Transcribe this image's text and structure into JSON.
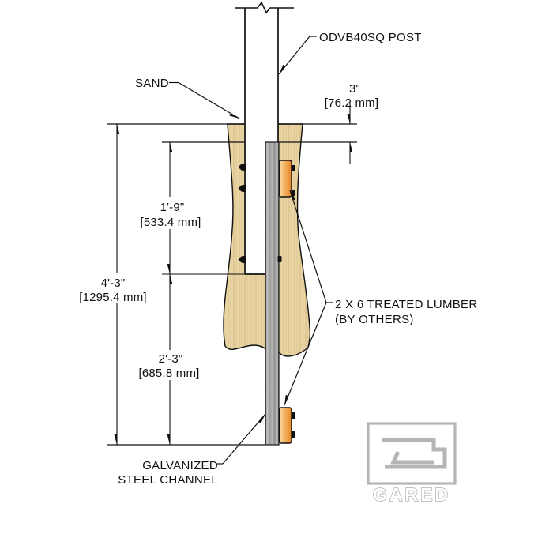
{
  "drawing": {
    "title_context": "post-embedment-section-detail",
    "labels": {
      "post": "ODVB40SQ POST",
      "sand": "SAND",
      "lumber_line1": "2 X 6 TREATED LUMBER",
      "lumber_line2": "(BY OTHERS)",
      "channel_line1": "GALVANIZED",
      "channel_line2": "STEEL CHANNEL"
    },
    "dimensions": {
      "embed_offset": {
        "imperial": "3\"",
        "metric": "[76.2 mm]"
      },
      "upper_section": {
        "imperial": "1'-9\"",
        "metric": "[533.4 mm]"
      },
      "overall_depth": {
        "imperial": "4'-3\"",
        "metric": "[1295.4 mm]"
      },
      "lower_section": {
        "imperial": "2'-3\"",
        "metric": "[685.8 mm]"
      }
    },
    "logo_text": "GARED",
    "colors": {
      "sand": "#e9d4a4",
      "sand_grain": "#d9bf8a",
      "lumber_light": "#fbe3b4",
      "lumber_dark": "#e5872b",
      "steel": "#a6a6a6",
      "line": "#111111",
      "logo_gray": "#b5b5b5"
    }
  }
}
